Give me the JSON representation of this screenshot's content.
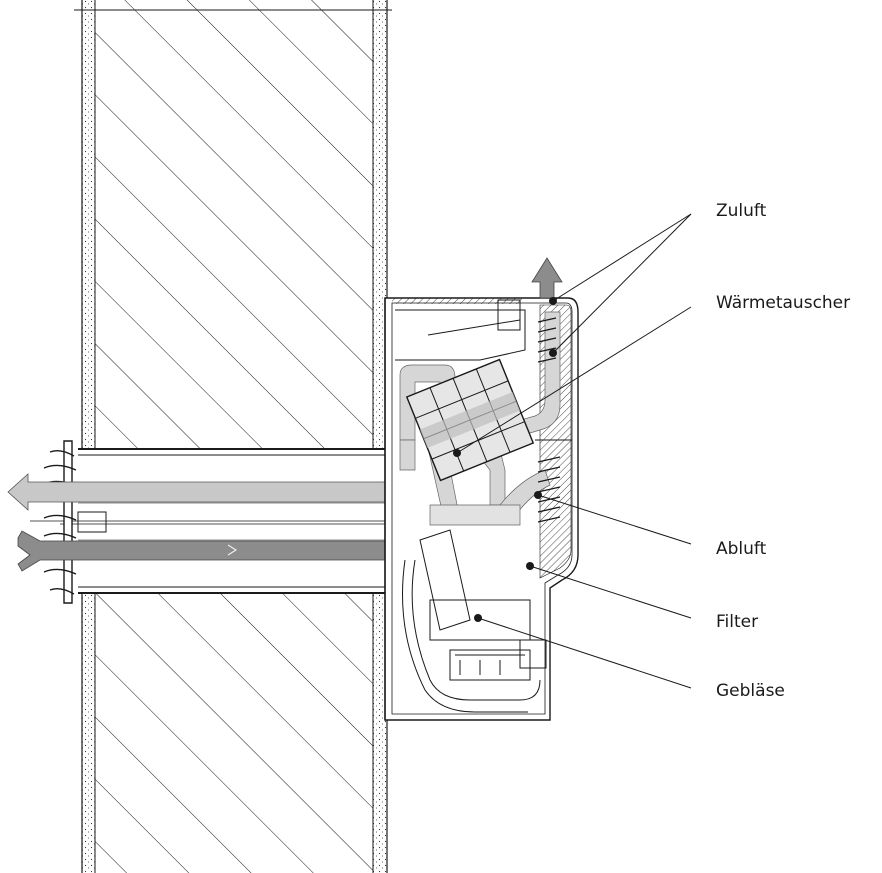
{
  "labels": {
    "zuluft": "Zuluft",
    "waermetauscher": "Wärmetauscher",
    "abluft": "Abluft",
    "filter": "Filter",
    "geblaese": "Gebläse"
  },
  "colors": {
    "line": "#1a1a1a",
    "airflow_outgoing": "#bdbdbd",
    "airflow_incoming": "#8c8c8c",
    "duct_fill": "#d9d9d9"
  }
}
